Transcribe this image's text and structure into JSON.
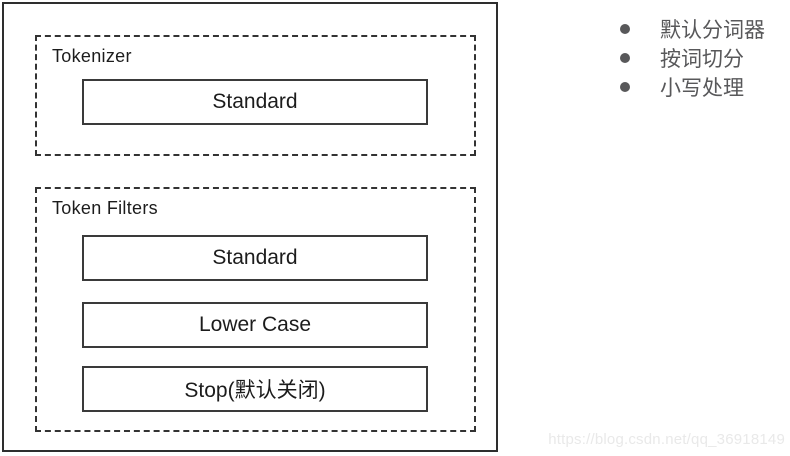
{
  "diagram": {
    "tokenizer_section": {
      "label": "Tokenizer",
      "boxes": [
        "Standard"
      ]
    },
    "token_filters_section": {
      "label": "Token Filters",
      "boxes": [
        "Standard",
        "Lower Case",
        "Stop(默认关闭)"
      ]
    }
  },
  "notes": {
    "items": [
      "默认分词器",
      "按词切分",
      "小写处理"
    ]
  },
  "watermark": "https://blog.csdn.net/qq_36918149",
  "colors": {
    "box_border": "#2e2e2e",
    "dashed_border": "#333333",
    "diagram_text": "#1c1c1c",
    "note_text": "#58585a",
    "watermark_text": "#e9e9e9",
    "background": "#ffffff"
  }
}
